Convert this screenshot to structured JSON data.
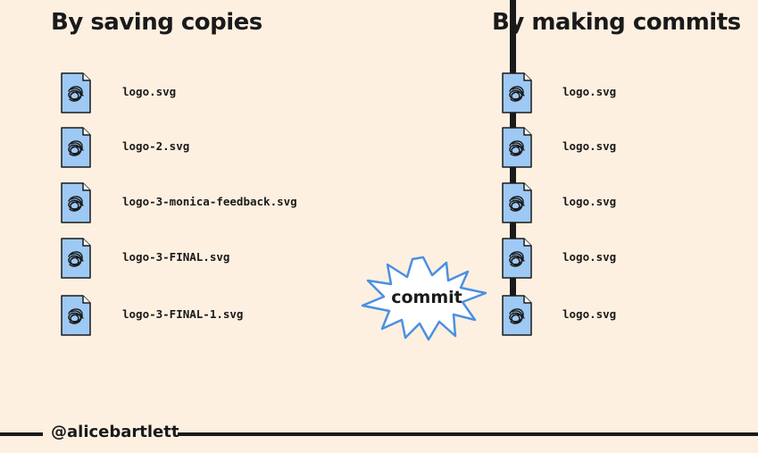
{
  "left": {
    "title": "By saving copies",
    "files": [
      {
        "name": "logo.svg"
      },
      {
        "name": "logo-2.svg"
      },
      {
        "name": "logo-3-monica-feedback.svg"
      },
      {
        "name": "logo-3-FINAL.svg"
      },
      {
        "name": "logo-3-FINAL-1.svg"
      }
    ]
  },
  "right": {
    "title": "By making commits",
    "files": [
      {
        "name": "logo.svg"
      },
      {
        "name": "logo.svg"
      },
      {
        "name": "logo.svg"
      },
      {
        "name": "logo.svg"
      },
      {
        "name": "logo.svg"
      }
    ]
  },
  "burst": {
    "label": "commit",
    "stroke_color": "#4a90e2",
    "fill_color": "#ffffff"
  },
  "footer": {
    "handle": "@alicebartlett"
  },
  "colors": {
    "background": "#fdf0e1",
    "file_fill": "#9ec9f5",
    "file_outline": "#1a1a1a",
    "ink": "#1a1a1a"
  },
  "icons": {
    "file": "file-icon",
    "scribble": "scribble-logo-icon"
  }
}
